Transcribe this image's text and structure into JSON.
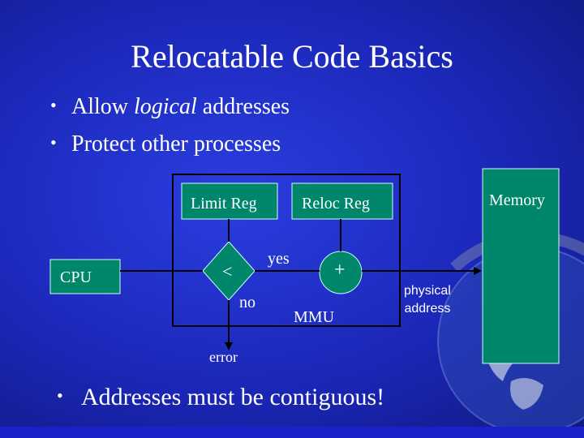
{
  "slide": {
    "title": "Relocatable Code Basics",
    "bullets": [
      {
        "prefix": "Allow ",
        "emphasis": "logical",
        "suffix": " addresses"
      },
      {
        "text": "Protect other processes"
      }
    ],
    "bottom_bullet": "Addresses must be contiguous!"
  },
  "diagram": {
    "cpu": "CPU",
    "limit_reg": "Limit Reg",
    "reloc_reg": "Reloc Reg",
    "compare": "<",
    "adder": "+",
    "yes": "yes",
    "no": "no",
    "mmu": "MMU",
    "error": "error",
    "physical_address_line1": "physical",
    "physical_address_line2": "address",
    "memory": "Memory"
  },
  "colors": {
    "background": "#1b27b8",
    "box_fill": "#00866a",
    "line": "#000000",
    "text": "#ffffff"
  }
}
